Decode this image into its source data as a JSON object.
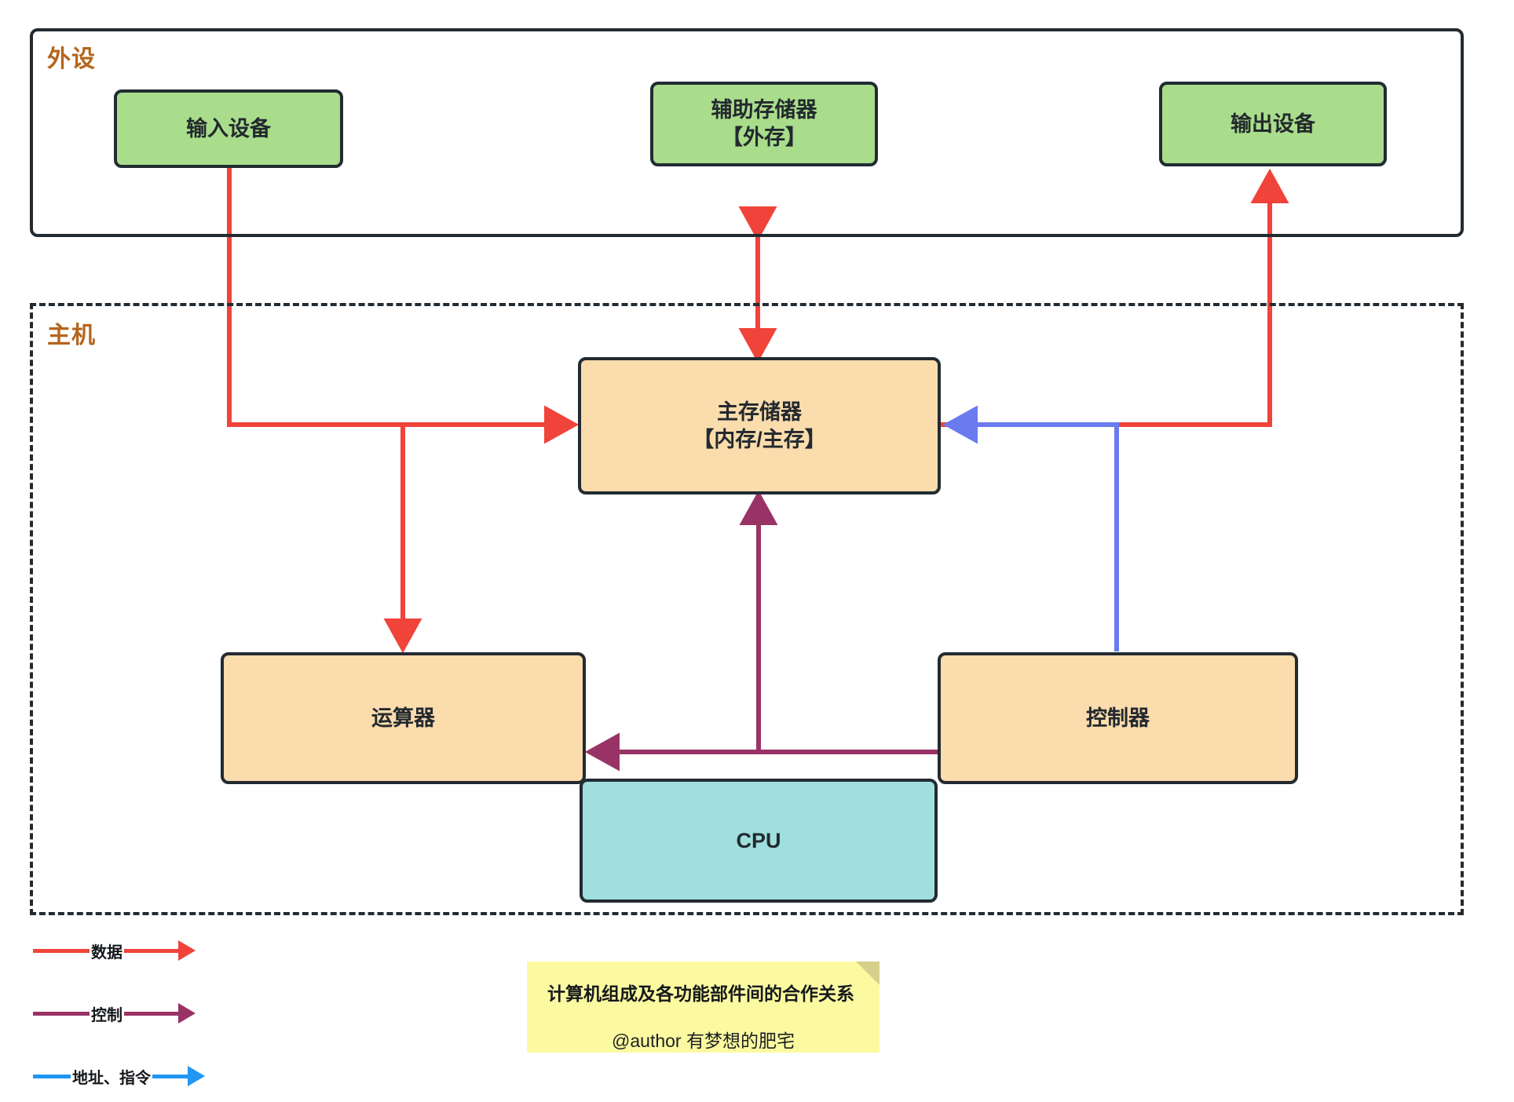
{
  "diagram": {
    "title": "计算机组成及各功能部件间的合作关系",
    "containers": [
      {
        "id": "peripherals",
        "label": "外设",
        "style": "solid"
      },
      {
        "id": "host",
        "label": "主机",
        "style": "dashed"
      }
    ],
    "nodes": [
      {
        "id": "input-device",
        "label": "输入设备",
        "color": "#a9dd8c"
      },
      {
        "id": "auxiliary-storage",
        "label_line1": "辅助存储器",
        "label_line2": "【外存】",
        "color": "#a9dd8c"
      },
      {
        "id": "output-device",
        "label": "输出设备",
        "color": "#a9dd8c"
      },
      {
        "id": "main-memory",
        "label_line1": "主存储器",
        "label_line2": "【内存/主存】",
        "color": "#fadcad"
      },
      {
        "id": "alu",
        "label": "运算器",
        "color": "#fadcad"
      },
      {
        "id": "control-unit",
        "label": "控制器",
        "color": "#fadcad"
      },
      {
        "id": "cpu",
        "label": "CPU",
        "color": "#9fe0de"
      }
    ]
  },
  "legend": {
    "items": [
      {
        "id": "data",
        "label": "数据",
        "color": "#f0433a"
      },
      {
        "id": "control",
        "label": "控制",
        "color": "#993366"
      },
      {
        "id": "address-instruction",
        "label": "地址、指令",
        "color": "#2196f3"
      }
    ]
  },
  "note": {
    "title": "计算机组成及各功能部件间的合作关系",
    "author": "@author 有梦想的肥宅",
    "background": "#fcfaa0"
  },
  "colors": {
    "stroke": "#232b32",
    "container_label": "#b5651d",
    "data_red": "#f0433a",
    "control_purple": "#993366",
    "address_blue": "#6a7bf0",
    "node_green": "#a9dd8c",
    "node_orange": "#fadcad",
    "node_cyan": "#9fe0de"
  }
}
